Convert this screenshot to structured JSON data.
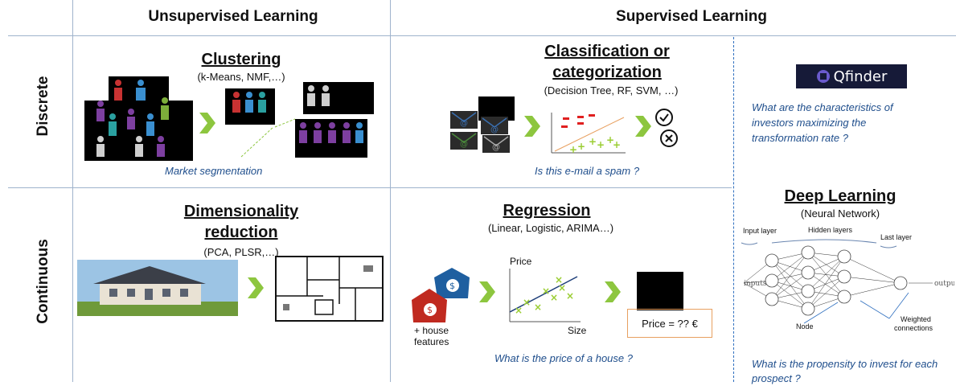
{
  "headers": {
    "unsupervised": "Unsupervised Learning",
    "supervised": "Supervised Learning"
  },
  "rows": {
    "discrete": "Discrete",
    "continuous": "Continuous"
  },
  "clustering": {
    "title": "Clustering",
    "subtitle": "(k-Means, NMF,…)",
    "caption": "Market segmentation"
  },
  "classification": {
    "title_line1": "Classification or",
    "title_line2": "categorization",
    "subtitle": "(Decision Tree, RF, SVM, …)",
    "caption": "Is this e-mail a spam ?"
  },
  "qfinder": {
    "logo_text": "Qfinder",
    "caption": "What are the characteristics of investors maximizing the transformation rate ?"
  },
  "dimred": {
    "title_line1": "Dimensionality",
    "title_line2": "reduction",
    "subtitle": "(PCA, PLSR,…)"
  },
  "regression": {
    "title": "Regression",
    "subtitle": "(Linear, Logistic, ARIMA…)",
    "axis_y": "Price",
    "axis_x": "Size",
    "house_label_1": "+ house",
    "house_label_2": "features",
    "price_box": "Price = ?? €",
    "caption": "What is the price of a house ?"
  },
  "deep": {
    "title": "Deep Learning",
    "subtitle": "(Neural Network)",
    "input_layer": "Input layer",
    "hidden_layers": "Hidden layers",
    "last_layer": "Last layer",
    "inputs": "inputs",
    "outputs": "outputs",
    "node": "Node",
    "weighted_1": "Weighted",
    "weighted_2": "connections",
    "caption": "What is the propensity to invest for each prospect ?"
  },
  "colors": {
    "accent_green": "#8dc63f",
    "caption_blue": "#1f4e8c",
    "minus_red": "#e02020",
    "plus_green": "#9acd32",
    "box_orange": "#e8a060",
    "divider": "#9fb3cc",
    "dashed": "#2f6fbf"
  },
  "icons": [
    "person-icon",
    "chevron-right-icon",
    "email-icon",
    "check-icon",
    "cross-icon",
    "house-dollar-icon",
    "qfinder-logo-icon",
    "neural-network-icon",
    "floor-plan-icon",
    "house-photo-icon"
  ]
}
